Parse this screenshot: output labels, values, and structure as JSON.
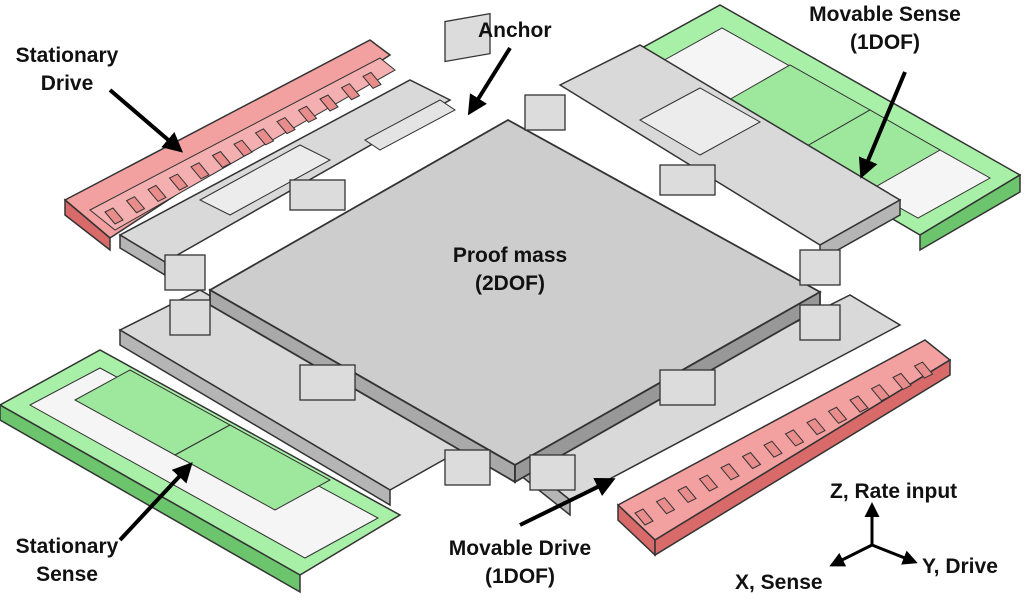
{
  "labels": {
    "stationary_drive": {
      "line1": "Stationary",
      "line2": "Drive"
    },
    "anchor": "Anchor",
    "movable_sense": {
      "line1": "Movable Sense",
      "line2": "(1DOF)"
    },
    "proof_mass": {
      "line1": "Proof mass",
      "line2": "(2DOF)"
    },
    "stationary_sense": {
      "line1": "Stationary",
      "line2": "Sense"
    },
    "movable_drive": {
      "line1": "Movable Drive",
      "line2": "(1DOF)"
    },
    "axes": {
      "z": "Z, Rate input",
      "y": "Y, Drive",
      "x": "X, Sense"
    }
  },
  "colors": {
    "stationary_drive": "#f08080",
    "stationary_sense": "#90ee90",
    "structure": "#cfcfcf",
    "edge": "#333333"
  }
}
